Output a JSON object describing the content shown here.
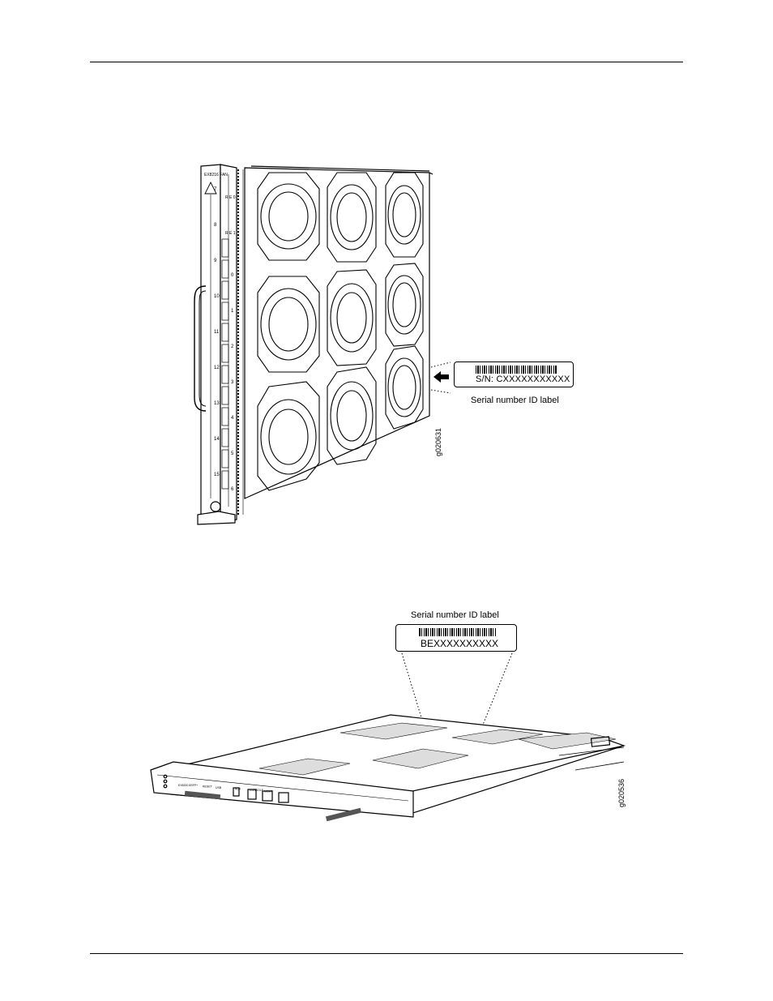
{
  "figure1": {
    "chassis_label": "EX8216 FAN",
    "slot_numbers": [
      "7",
      "8",
      "9",
      "10",
      "11",
      "12",
      "13",
      "14",
      "15"
    ],
    "re_labels": [
      "R E 0",
      "R E 1"
    ],
    "port_numbers": [
      "0",
      "1",
      "2",
      "3",
      "4",
      "5",
      "6"
    ],
    "serial_tag_text": "S/N: CXXXXXXXXXXX",
    "caption": "Serial number ID label",
    "graphic_id": "g020631"
  },
  "figure2": {
    "caption": "Serial number ID label",
    "serial_tag_text": "BEXXXXXXXXXX",
    "graphic_id": "g020536",
    "panel_labels": [
      "EX8200 8SFP+",
      "RESET",
      "USB",
      "AUX",
      "CONSOLE",
      "MGMT"
    ]
  }
}
